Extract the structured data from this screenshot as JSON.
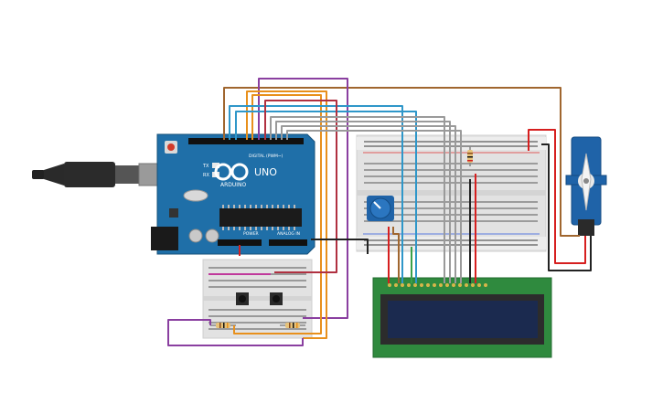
{
  "board": {
    "logo_text": "UNO",
    "brand_text": "ARDUINO",
    "digital_label": "DIGITAL (PWM~)",
    "power_label": "POWER",
    "analog_label": "ANALOG IN",
    "tx_label": "TX",
    "rx_label": "RX",
    "color": "#1f6fa8"
  },
  "colors": {
    "wire_orange": "#e8901c",
    "wire_purple": "#8a3fa0",
    "wire_blue": "#2f97c9",
    "wire_gray": "#9a9a9a",
    "wire_brown": "#a0662f",
    "wire_red": "#d61f1f",
    "wire_black": "#222222",
    "wire_green": "#3aa04a",
    "wire_magenta": "#c0399c",
    "lcd_pcb": "#2f8a3e",
    "lcd_screen": "#1b2a4f",
    "servo_body": "#1f63a8"
  },
  "components": {
    "usb_cable": "usb-cable",
    "arduino": "arduino-uno",
    "breadboard_main": "breadboard-large",
    "breadboard_small": "breadboard-small",
    "potentiometer": "potentiometer",
    "lcd": "lcd-16x2",
    "servo": "micro-servo",
    "buttons": [
      "pushbutton-1",
      "pushbutton-2"
    ],
    "resistors": [
      "resistor-1",
      "resistor-2",
      "resistor-3"
    ]
  }
}
